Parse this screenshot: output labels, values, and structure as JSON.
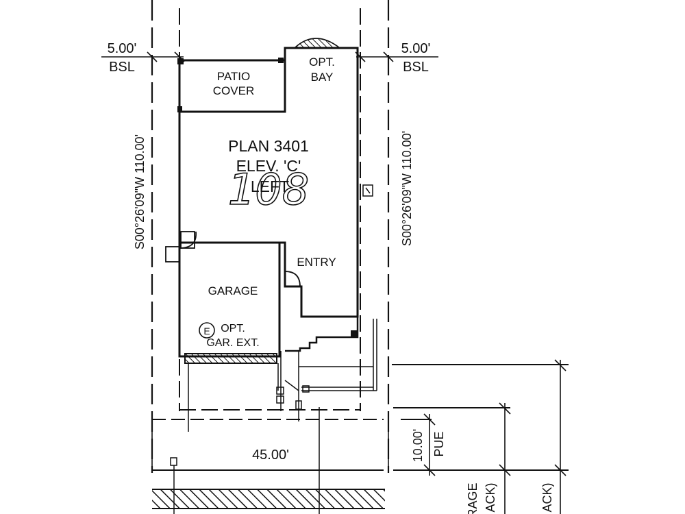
{
  "drawing": {
    "lot_number": "108",
    "plan_name": "PLAN 3401",
    "elevation": "ELEV. 'C'",
    "orientation": "LEFT",
    "setback_left": {
      "distance": "5.00'",
      "abbr": "BSL"
    },
    "setback_right": {
      "distance": "5.00'",
      "abbr": "BSL"
    },
    "bearing_left": "S00°26'09\"W 110.00'",
    "bearing_right": "S00°26'09\"W 110.00'",
    "rooms": {
      "patio": [
        "PATIO",
        "COVER"
      ],
      "bay": [
        "OPT.",
        "BAY"
      ],
      "entry": "ENTRY",
      "garage": "GARAGE",
      "garage_ext": [
        "OPT.",
        "GAR. EXT."
      ],
      "electrical_symbol": "E"
    },
    "frontage": "45.00'",
    "pue": {
      "distance": "10.00'",
      "abbr": "PUE"
    },
    "cut_labels": [
      "RAGE",
      "ACK)",
      "ACK)"
    ]
  }
}
